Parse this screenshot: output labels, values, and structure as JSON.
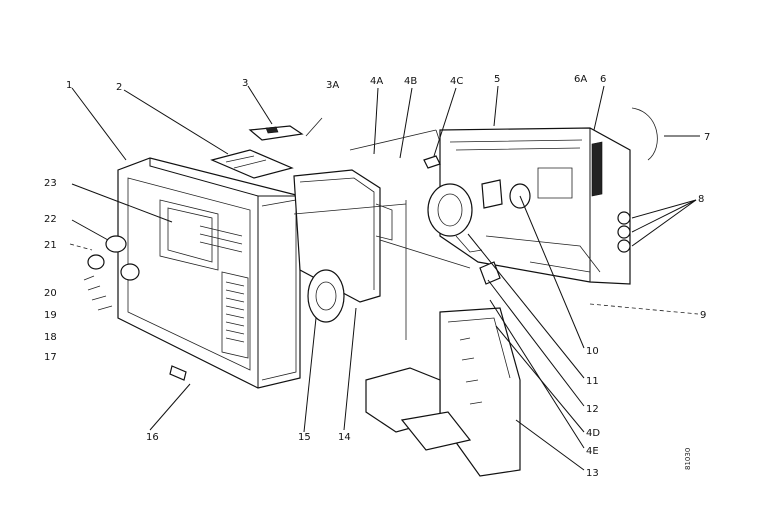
{
  "labels": {
    "l1": "1",
    "l2": "2",
    "l3": "3",
    "l3a": "3A",
    "l4a": "4A",
    "l4b": "4B",
    "l4c": "4C",
    "l5": "5",
    "l6a": "6A",
    "l6": "6",
    "l7": "7",
    "l8": "8",
    "l9": "9",
    "l10": "10",
    "l11": "11",
    "l12": "12",
    "l4d": "4D",
    "l4e": "4E",
    "l13": "13",
    "l14": "14",
    "l15": "15",
    "l16": "16",
    "l17": "17",
    "l18": "18",
    "l19": "19",
    "l20": "20",
    "l21": "21",
    "l22": "22",
    "l23": "23"
  },
  "side_code": "81030"
}
